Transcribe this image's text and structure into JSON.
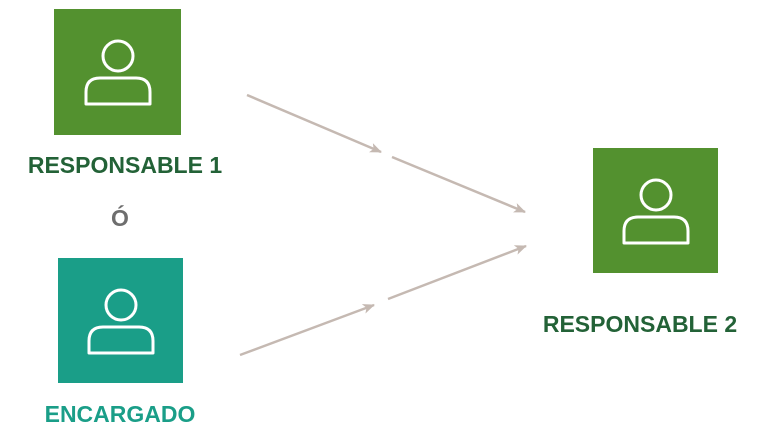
{
  "colors": {
    "green": "#53912f",
    "teal": "#1a9e88",
    "dark_green_text": "#236237",
    "teal_text": "#1a9e88",
    "or_text": "#6e6e6e",
    "arrow": "#c5b9b2"
  },
  "nodes": {
    "responsable1": {
      "label": "RESPONSABLE 1",
      "icon": "person-icon"
    },
    "encargado": {
      "label": "ENCARGADO",
      "icon": "person-icon"
    },
    "responsable2": {
      "label": "RESPONSABLE 2",
      "icon": "person-icon"
    }
  },
  "separator": "Ó"
}
